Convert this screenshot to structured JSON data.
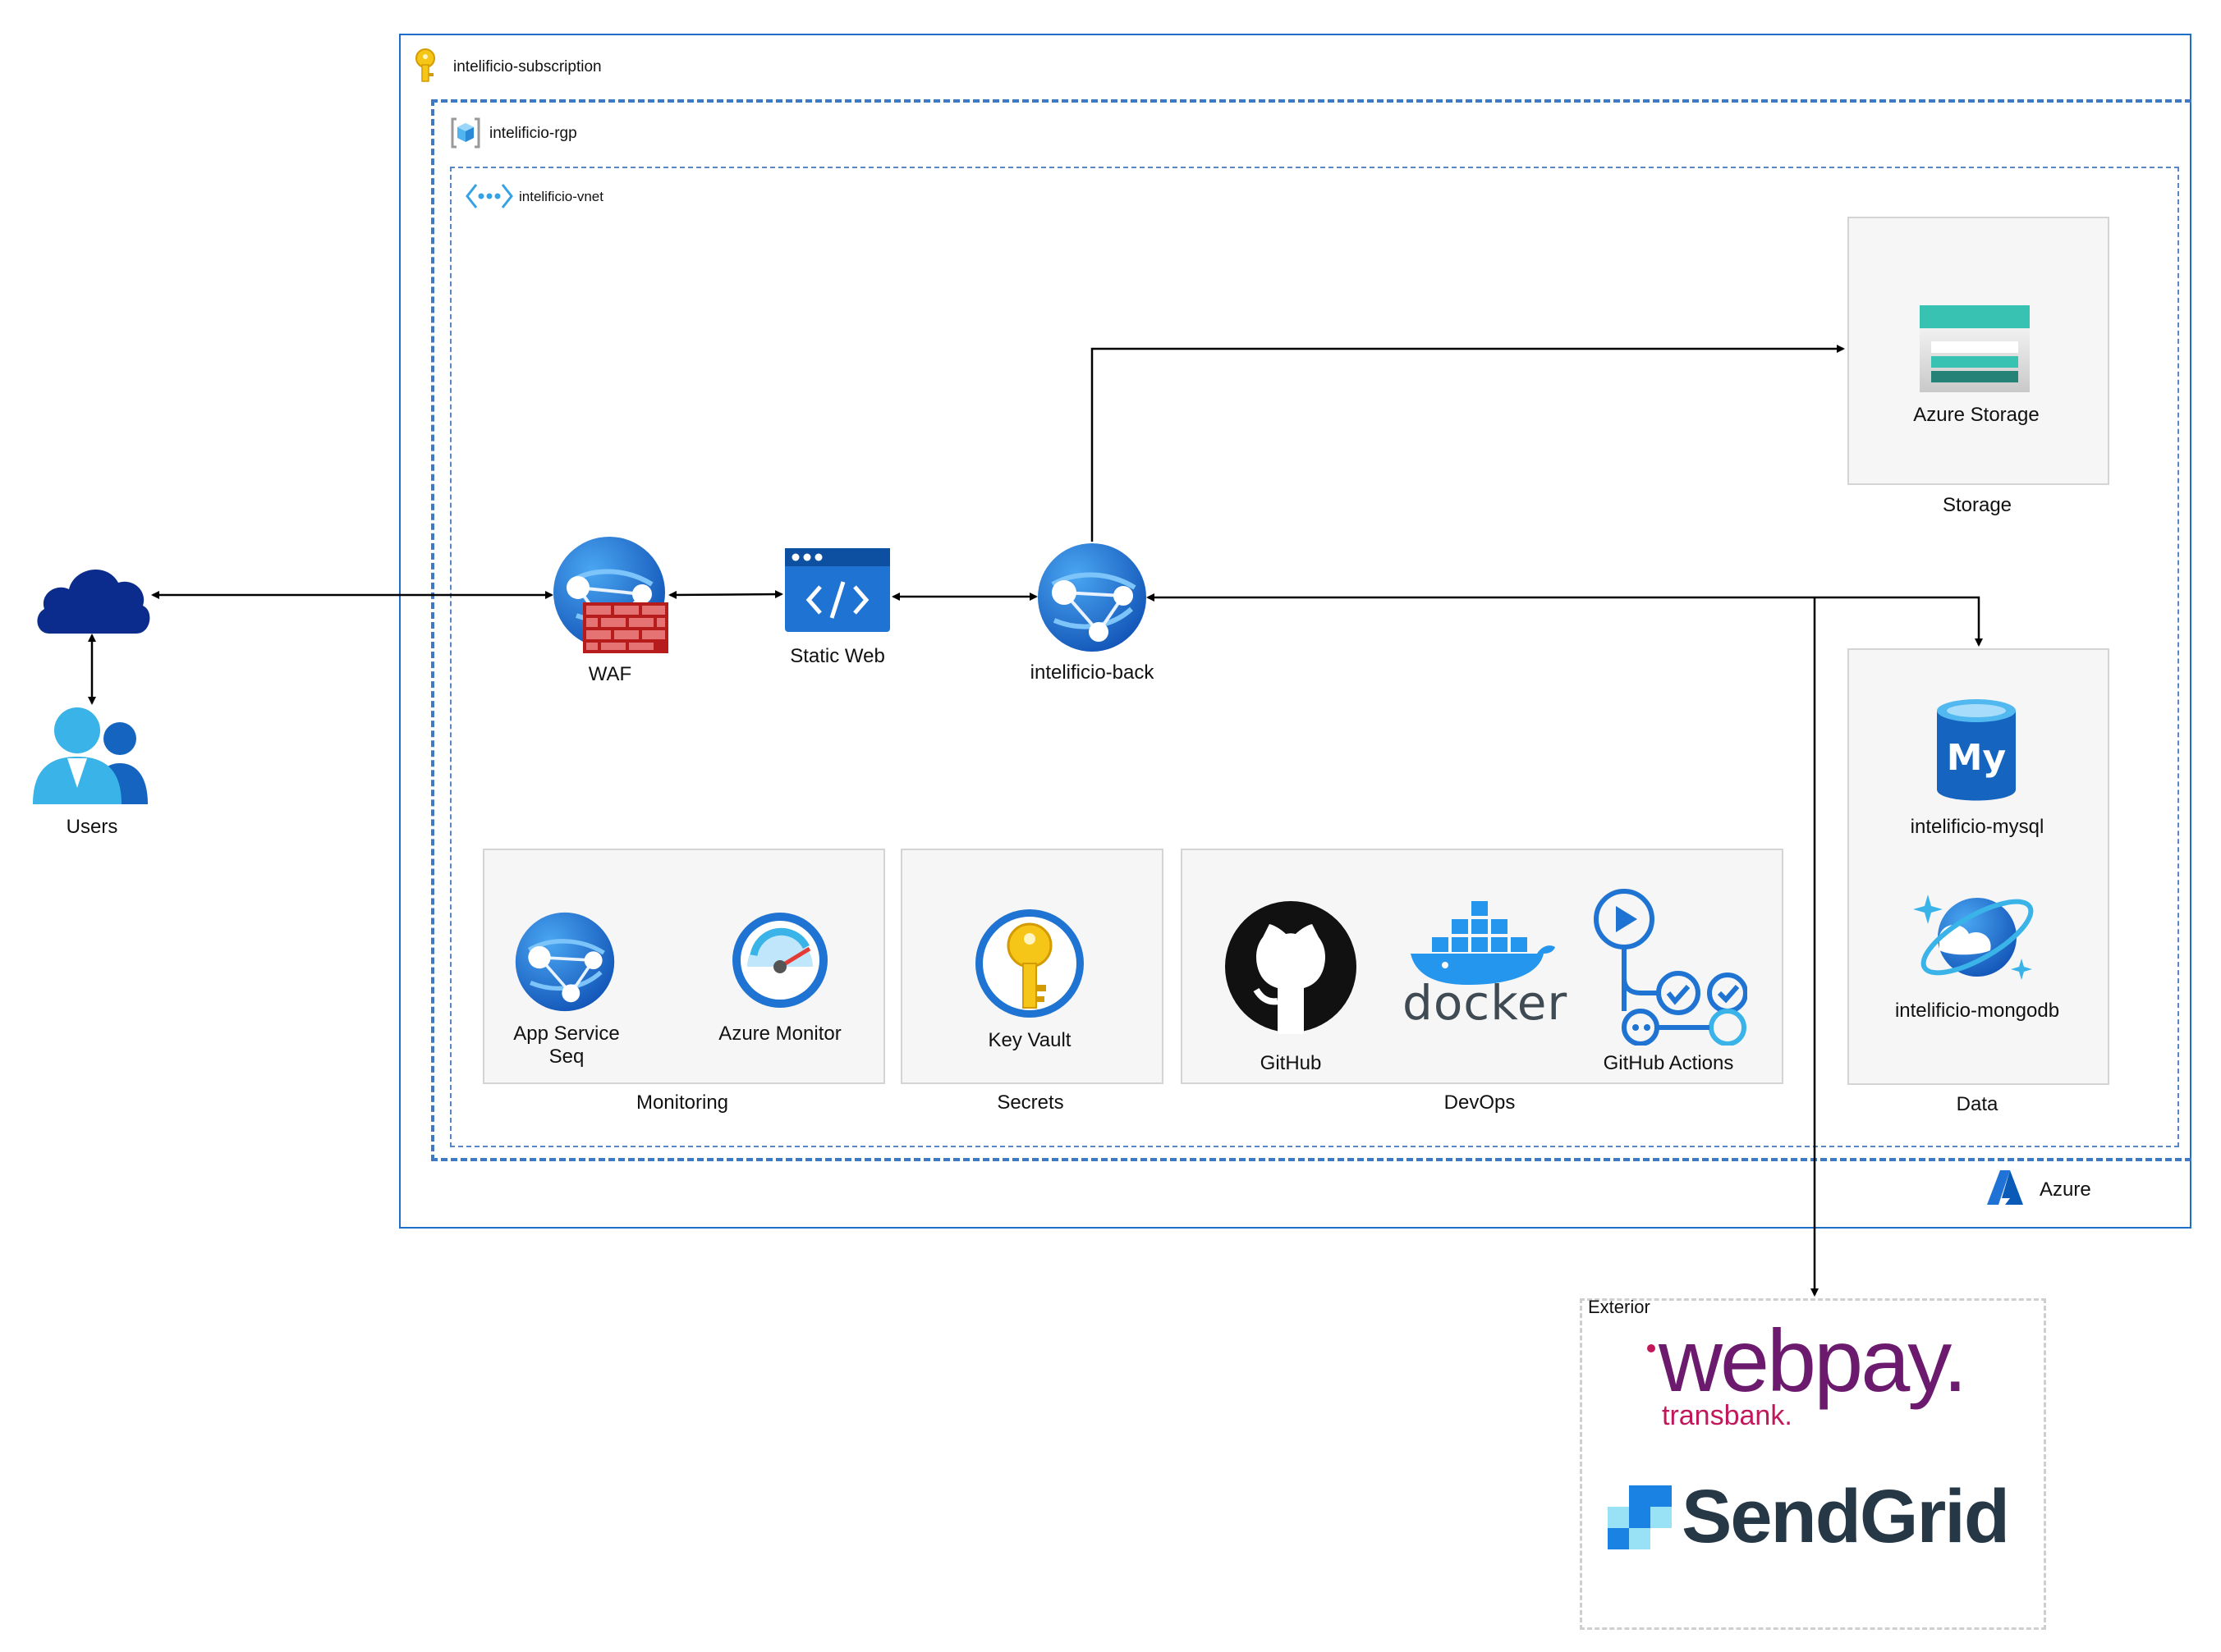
{
  "containers": {
    "subscription": "intelificio-subscription",
    "resource_group": "intelificio-rgp",
    "vnet": "intelificio-vnet",
    "cloud_provider": "Azure",
    "exterior": "Exterior"
  },
  "nodes": {
    "users": "Users",
    "waf": "WAF",
    "static_web": "Static Web",
    "backend": "intelificio-back",
    "storage": "Azure Storage",
    "mysql": "intelificio-mysql",
    "mongodb": "intelificio-mongodb",
    "app_service_seq_line1": "App Service",
    "app_service_seq_line2": "Seq",
    "azure_monitor": "Azure Monitor",
    "key_vault": "Key Vault",
    "github": "GitHub",
    "github_actions": "GitHub Actions"
  },
  "groups": {
    "storage": "Storage",
    "data": "Data",
    "monitoring": "Monitoring",
    "secrets": "Secrets",
    "devops": "DevOps"
  },
  "logos": {
    "docker": "docker",
    "webpay": "webpay.",
    "transbank": "transbank.",
    "sendgrid": "SendGrid"
  },
  "colors": {
    "container_border": "#1e6fc8",
    "vnet_border": "#4a7fc1",
    "group_fill": "#f6f6f6",
    "arrow": "#000000",
    "azure_blue": "#1f72d6",
    "webpay_purple": "#6b1a6e",
    "transbank_pink": "#c2185b",
    "sendgrid_dark": "#263746"
  }
}
